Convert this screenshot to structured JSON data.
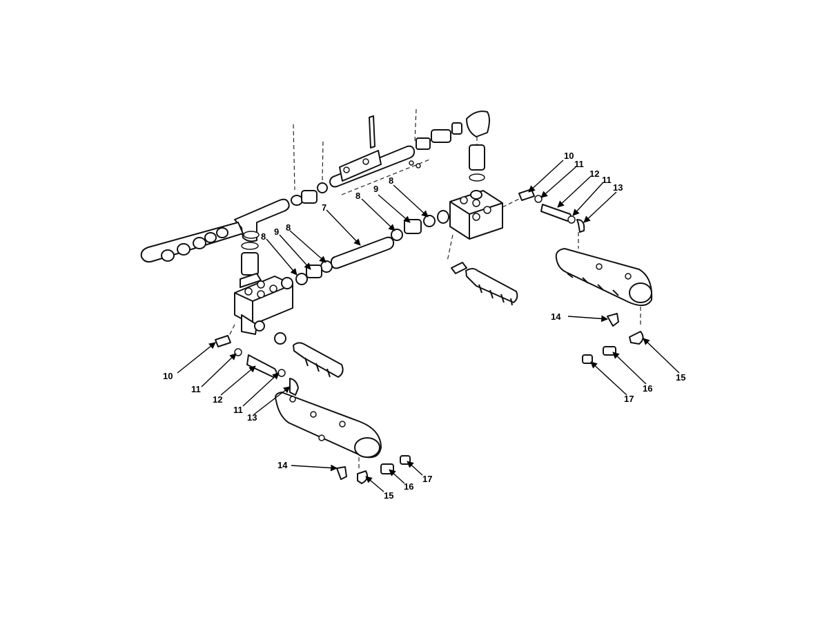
{
  "callouts": {
    "c7": "7",
    "c8a": "8",
    "c9a": "9",
    "c8b": "8",
    "c8c": "8",
    "c9b": "9",
    "c8d": "8",
    "r10": "10",
    "r11a": "11",
    "r12": "12",
    "r11b": "11",
    "r13": "13",
    "r14": "14",
    "r15": "15",
    "r16": "16",
    "r17": "17",
    "l10": "10",
    "l11a": "11",
    "l12": "12",
    "l11b": "11",
    "l13": "13",
    "l14": "14",
    "l15": "15",
    "l16": "16",
    "l17": "17"
  },
  "colors": {
    "line": "#111111",
    "background": "#ffffff"
  }
}
